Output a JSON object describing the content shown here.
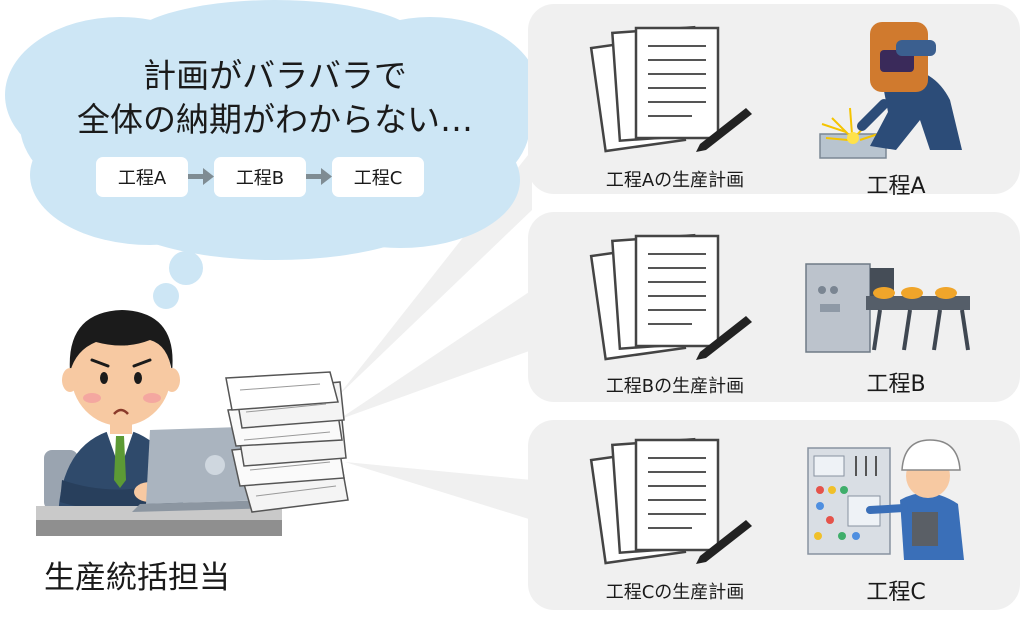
{
  "thought": {
    "line1": "計画がバラバラで",
    "line2": "全体の納期がわからない…",
    "steps": [
      "工程A",
      "工程B",
      "工程C"
    ]
  },
  "manager": {
    "label": "生産統括担当"
  },
  "panels": [
    {
      "plan_label": "工程Aの生産計画",
      "process_label": "工程A"
    },
    {
      "plan_label": "工程Bの生産計画",
      "process_label": "工程B"
    },
    {
      "plan_label": "工程Cの生産計画",
      "process_label": "工程C"
    }
  ],
  "colors": {
    "bubble": "#cde6f5",
    "panel": "#f0f0f0",
    "arrow": "#7f8c93",
    "suit": "#2f4a6b",
    "tie": "#5c9a35"
  }
}
